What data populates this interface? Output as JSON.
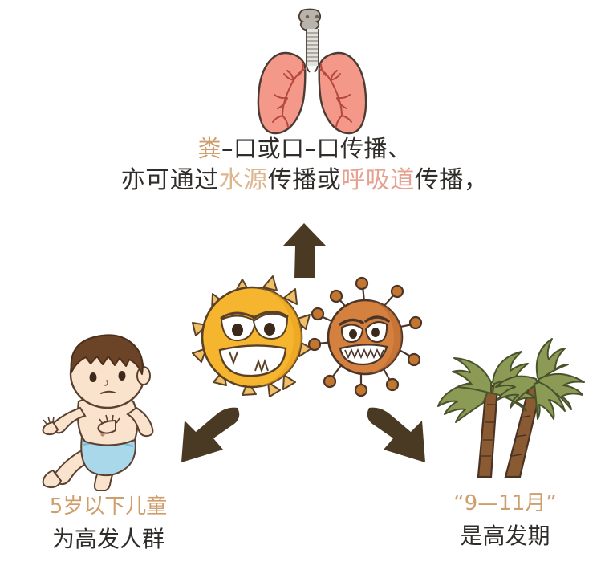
{
  "poster": {
    "background": "#ffffff",
    "theme_colors": {
      "ink": "#2f2c2a",
      "tan": "#cf9e6d",
      "sand": "#dcb68e",
      "rose": "#e5a290",
      "lung_fill": "#f4988a",
      "lung_outline": "#4a3b33",
      "bronchi": "#b4483c",
      "trachea": "#d8d7d2",
      "virus_yellow": "#f5b52e",
      "virus_yellow_shade": "#e8a01f",
      "virus_brown": "#d4813f",
      "virus_brown_shade": "#b9682e",
      "virus_outline": "#4a3528",
      "arrow": "#4a3a23",
      "skin": "#fae3cd",
      "hair": "#6b4326",
      "diaper": "#a9d8ea",
      "palm_frond": "#8b9a55",
      "palm_frond_dark": "#6f7f40",
      "palm_trunk": "#8a5a32"
    }
  },
  "transmission": {
    "line1": {
      "segments": [
        {
          "text": "粪",
          "color_key": "tan"
        },
        {
          "text": "–",
          "color_key": "ink"
        },
        {
          "text": "口或口",
          "color_key": "ink"
        },
        {
          "text": "–",
          "color_key": "ink"
        },
        {
          "text": "口传播、",
          "color_key": "ink"
        }
      ],
      "full_text": "粪–口或口–口传播、"
    },
    "line2": {
      "segments": [
        {
          "text": "亦可通过",
          "color_key": "ink"
        },
        {
          "text": "水源",
          "color_key": "sand"
        },
        {
          "text": "传播或",
          "color_key": "ink"
        },
        {
          "text": "呼吸道",
          "color_key": "rose"
        },
        {
          "text": "传播，",
          "color_key": "ink"
        }
      ],
      "full_text": "亦可通过水源传播或呼吸道传播，"
    }
  },
  "age_group": {
    "highlight": "5岁以下儿童",
    "plain": "为高发人群"
  },
  "season": {
    "highlight": "“9—11月”",
    "plain": "是高发期"
  },
  "illustrations": {
    "lungs": {
      "name": "lungs-illustration",
      "description": "卡通肺部与气管"
    },
    "virus_yellow": {
      "name": "yellow-virus-character",
      "description": "黄色尖刺病毒卡通角色"
    },
    "virus_brown": {
      "name": "brown-virus-character",
      "description": "棕色棒状突起病毒卡通角色"
    },
    "baby": {
      "name": "baby-illustration",
      "description": "坐姿婴幼儿卡通"
    },
    "palms": {
      "name": "palm-trees-illustration",
      "description": "两棵椰子树卡通"
    }
  },
  "arrows": {
    "up": {
      "name": "arrow-up",
      "direction": "up"
    },
    "down_left": {
      "name": "arrow-down-left",
      "direction": "down-left"
    },
    "down_right": {
      "name": "arrow-down-right",
      "direction": "down-right"
    }
  }
}
